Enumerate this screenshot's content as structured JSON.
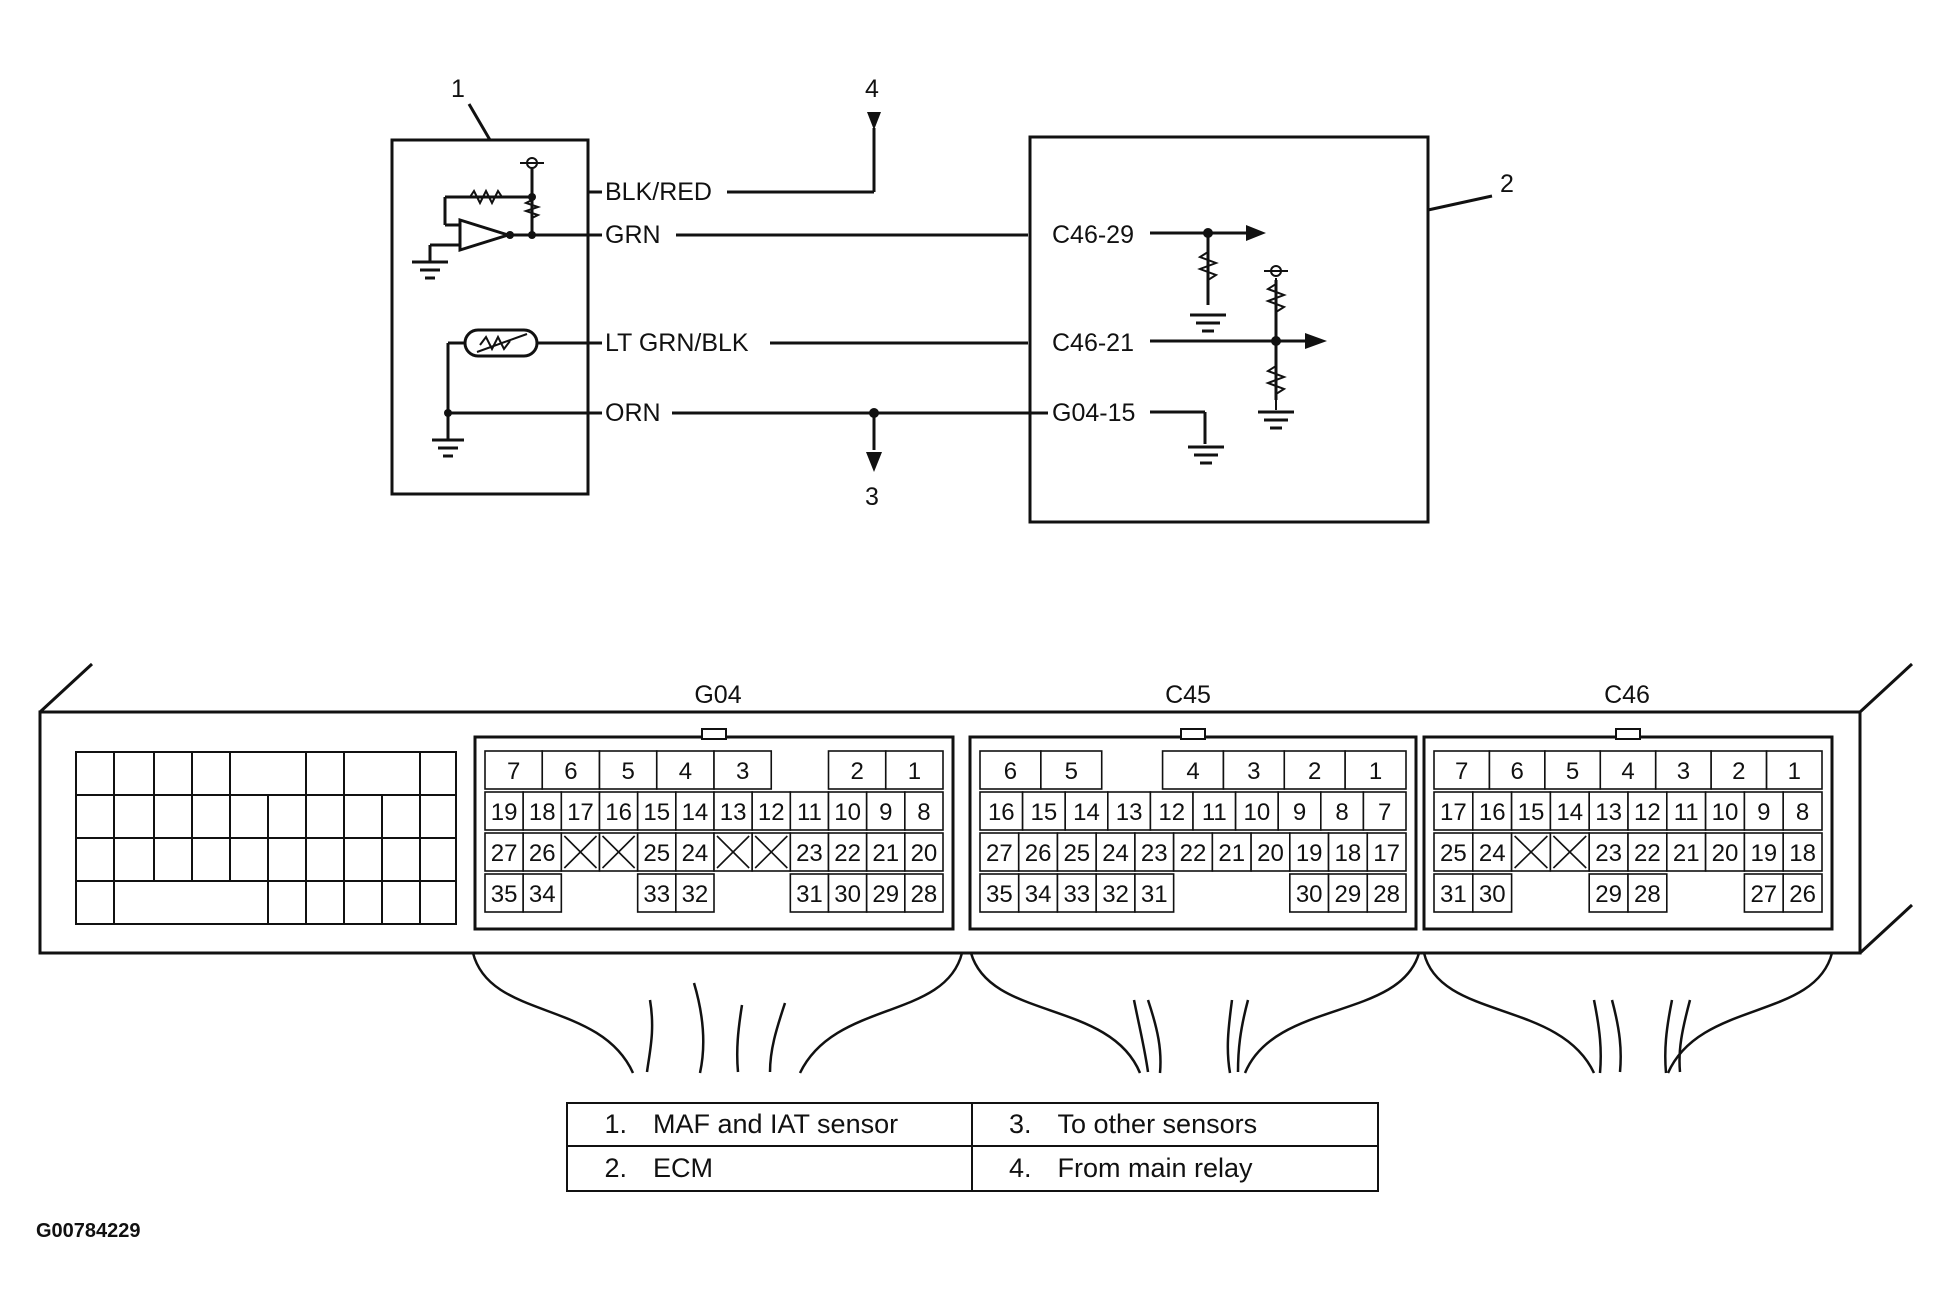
{
  "callouts": {
    "c1": "1",
    "c2": "2",
    "c3": "3",
    "c4": "4"
  },
  "wires": {
    "blk_red": "BLK/RED",
    "grn": "GRN",
    "lt_grn_blk": "LT GRN/BLK",
    "orn": "ORN"
  },
  "ecm_pins": {
    "c46_29": "C46-29",
    "c46_21": "C46-21",
    "g04_15": "G04-15"
  },
  "connectors": [
    {
      "name": "G04",
      "rows": [
        [
          "7",
          "6",
          "5",
          "4",
          "3",
          "",
          "2",
          "1"
        ],
        [
          "19",
          "18",
          "17",
          "16",
          "15",
          "14",
          "13",
          "12",
          "11",
          "10",
          "9",
          "8"
        ],
        [
          "27",
          "26",
          "X",
          "X",
          "25",
          "24",
          "X",
          "X",
          "23",
          "22",
          "21",
          "20"
        ],
        [
          "35",
          "34",
          "",
          "",
          "33",
          "32",
          "",
          "",
          "31",
          "30",
          "29",
          "28"
        ]
      ]
    },
    {
      "name": "C45",
      "rows": [
        [
          "6",
          "5",
          "",
          "4",
          "3",
          "2",
          "1"
        ],
        [
          "16",
          "15",
          "14",
          "13",
          "12",
          "11",
          "10",
          "9",
          "8",
          "7"
        ],
        [
          "27",
          "26",
          "25",
          "24",
          "23",
          "22",
          "21",
          "20",
          "19",
          "18",
          "17"
        ],
        [
          "35",
          "34",
          "33",
          "32",
          "31",
          "",
          "",
          "",
          "30",
          "29",
          "28"
        ]
      ]
    },
    {
      "name": "C46",
      "rows": [
        [
          "7",
          "6",
          "5",
          "4",
          "3",
          "2",
          "1"
        ],
        [
          "17",
          "16",
          "15",
          "14",
          "13",
          "12",
          "11",
          "10",
          "9",
          "8"
        ],
        [
          "25",
          "24",
          "X",
          "X",
          "23",
          "22",
          "21",
          "20",
          "19",
          "18"
        ],
        [
          "31",
          "30",
          "",
          "",
          "29",
          "28",
          "",
          "",
          "27",
          "26"
        ]
      ]
    }
  ],
  "legend": [
    {
      "num": "1.",
      "text": "MAF and IAT sensor"
    },
    {
      "num": "3.",
      "text": "To other sensors"
    },
    {
      "num": "2.",
      "text": "ECM"
    },
    {
      "num": "4.",
      "text": "From main relay"
    }
  ],
  "figure_id": "G00784229"
}
